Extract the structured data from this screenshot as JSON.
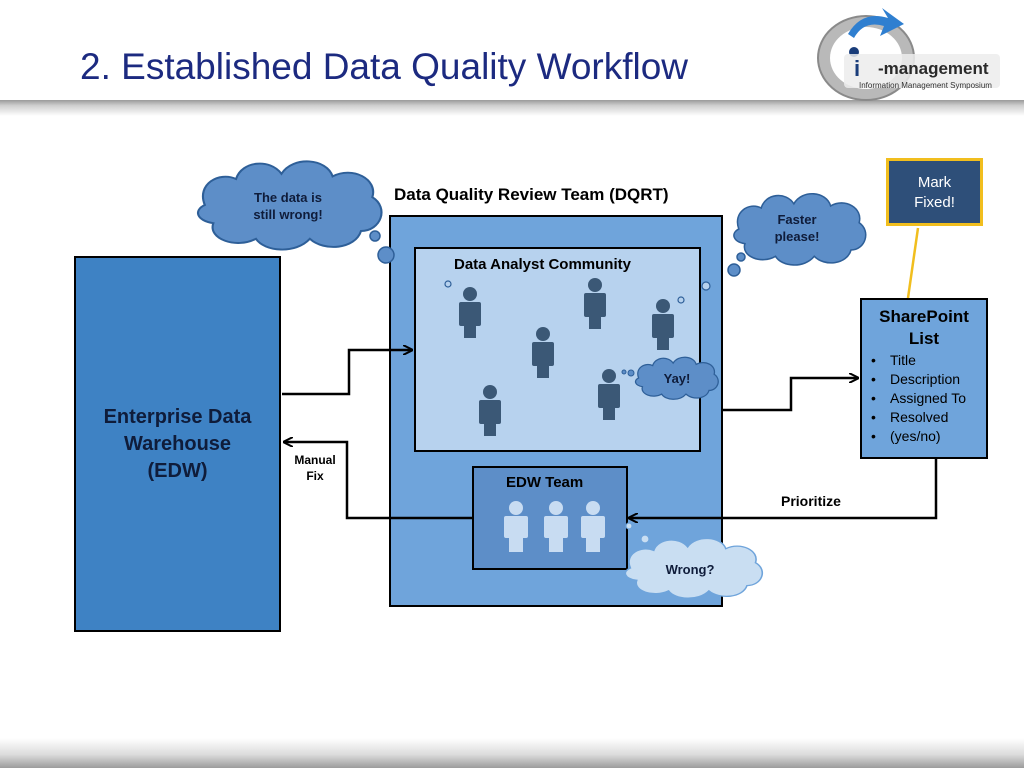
{
  "slide": {
    "title": "2. Established Data Quality Workflow"
  },
  "logo": {
    "letter": "i",
    "word": "-management",
    "subtitle": "Information Management Symposium"
  },
  "diagram": {
    "edw_box": {
      "label_lines": [
        "Enterprise Data",
        "Warehouse",
        "(EDW)"
      ]
    },
    "dqrt_box": {
      "title": "Data Quality Review Team (DQRT)"
    },
    "analyst_box": {
      "title": "Data Analyst Community"
    },
    "edw_team_box": {
      "title": "EDW Team"
    },
    "sharepoint_box": {
      "title_lines": [
        "SharePoint",
        "List"
      ],
      "items": [
        "Title",
        "Description",
        "Assigned To",
        "Resolved",
        "(yes/no)"
      ]
    },
    "mark_fixed": {
      "lines": [
        "Mark",
        "Fixed!"
      ]
    },
    "clouds": {
      "data_wrong": [
        "The data is",
        "still wrong!"
      ],
      "faster": [
        "Faster",
        "please!"
      ],
      "yay": [
        "Yay!"
      ],
      "wrong": [
        "Wrong?"
      ]
    },
    "edge_labels": {
      "manual_fix": [
        "Manual",
        "Fix"
      ],
      "prioritize": "Prioritize"
    }
  },
  "colors": {
    "title_text": "#1c2a80",
    "edw_fill": "#3e82c4",
    "dqrt_fill": "#6fa4db",
    "analyst_fill": "#b7d2ee",
    "edw_team_fill": "#5d8ec8",
    "dark_person": "#3b5876",
    "light_person": "#c8dcf2",
    "cloud_fill": "#5d8ec8",
    "cloud_wrong_fill": "#c9def2",
    "mark_fixed_fill": "#2e4f79",
    "mark_fixed_border": "#f1be1e"
  },
  "icons": [
    "person-icon",
    "thought-cloud-icon",
    "arrow-icon",
    "logo-swoosh-icon"
  ]
}
